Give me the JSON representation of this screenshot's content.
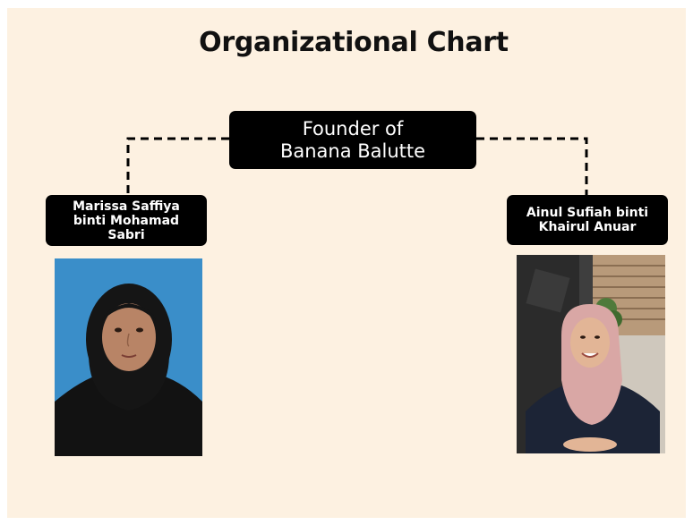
{
  "title": "Organizational Chart",
  "founder": {
    "label": "Founder of\nBanana Balutte"
  },
  "members": [
    {
      "name": "Marissa Saffiya\nbinti Mohamad\nSabri",
      "photo": "portrait-photo-blue-background"
    },
    {
      "name": "Ainul Sufiah binti\nKhairul Anuar",
      "photo": "portrait-photo-restaurant"
    }
  ],
  "colors": {
    "background": "#fdf1e1",
    "box": "#000000",
    "box_text": "#ffffff",
    "connector": "#000000"
  }
}
